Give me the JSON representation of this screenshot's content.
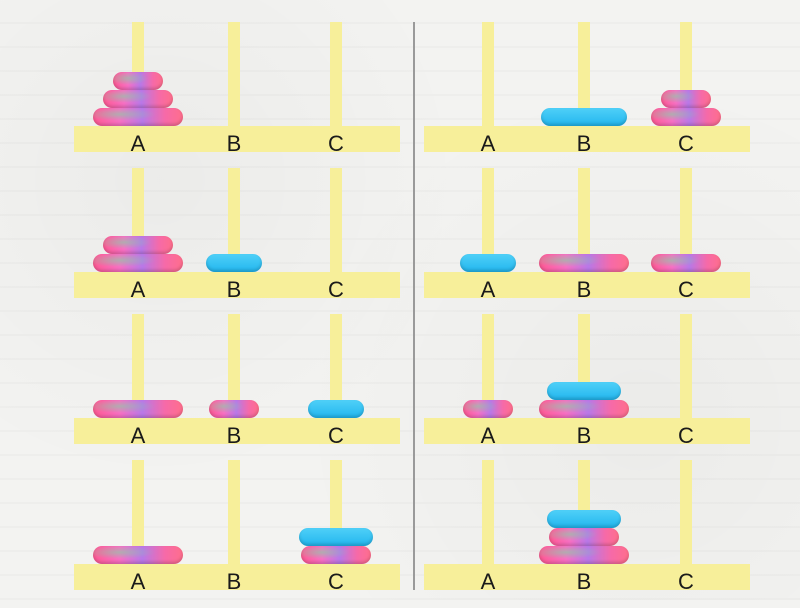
{
  "pegs": [
    "A",
    "B",
    "C"
  ],
  "panels": [
    {
      "col": 0,
      "row": 0,
      "stacks": {
        "A": [
          "pink-s",
          "pink-m",
          "pink-l"
        ],
        "B": [],
        "C": []
      }
    },
    {
      "col": 1,
      "row": 0,
      "stacks": {
        "A": [],
        "B": [
          "blue"
        ],
        "C": [
          "pink-s",
          "pink-m"
        ]
      }
    },
    {
      "col": 0,
      "row": 1,
      "stacks": {
        "A": [
          "pink-m",
          "pink-l"
        ],
        "B": [
          "blue"
        ],
        "C": []
      }
    },
    {
      "col": 1,
      "row": 1,
      "stacks": {
        "A": [
          "blue"
        ],
        "B": [
          "pink-l"
        ],
        "C": [
          "pink-m"
        ]
      }
    },
    {
      "col": 0,
      "row": 2,
      "stacks": {
        "A": [
          "pink-l"
        ],
        "B": [
          "pink-s"
        ],
        "C": [
          "blue"
        ]
      }
    },
    {
      "col": 1,
      "row": 2,
      "stacks": {
        "A": [
          "pink-s"
        ],
        "B": [
          "blue",
          "pink-l"
        ],
        "C": []
      }
    },
    {
      "col": 0,
      "row": 3,
      "stacks": {
        "A": [
          "pink-l"
        ],
        "B": [],
        "C": [
          "blue",
          "pink-m"
        ]
      }
    },
    {
      "col": 1,
      "row": 3,
      "stacks": {
        "A": [],
        "B": [
          "blue",
          "pink-m",
          "pink-l"
        ],
        "C": []
      }
    }
  ],
  "colors": {
    "base": "#f7ef9a",
    "pink": "#f870c4",
    "blue": "#22b6ee",
    "divider": "#9a9a9a"
  }
}
